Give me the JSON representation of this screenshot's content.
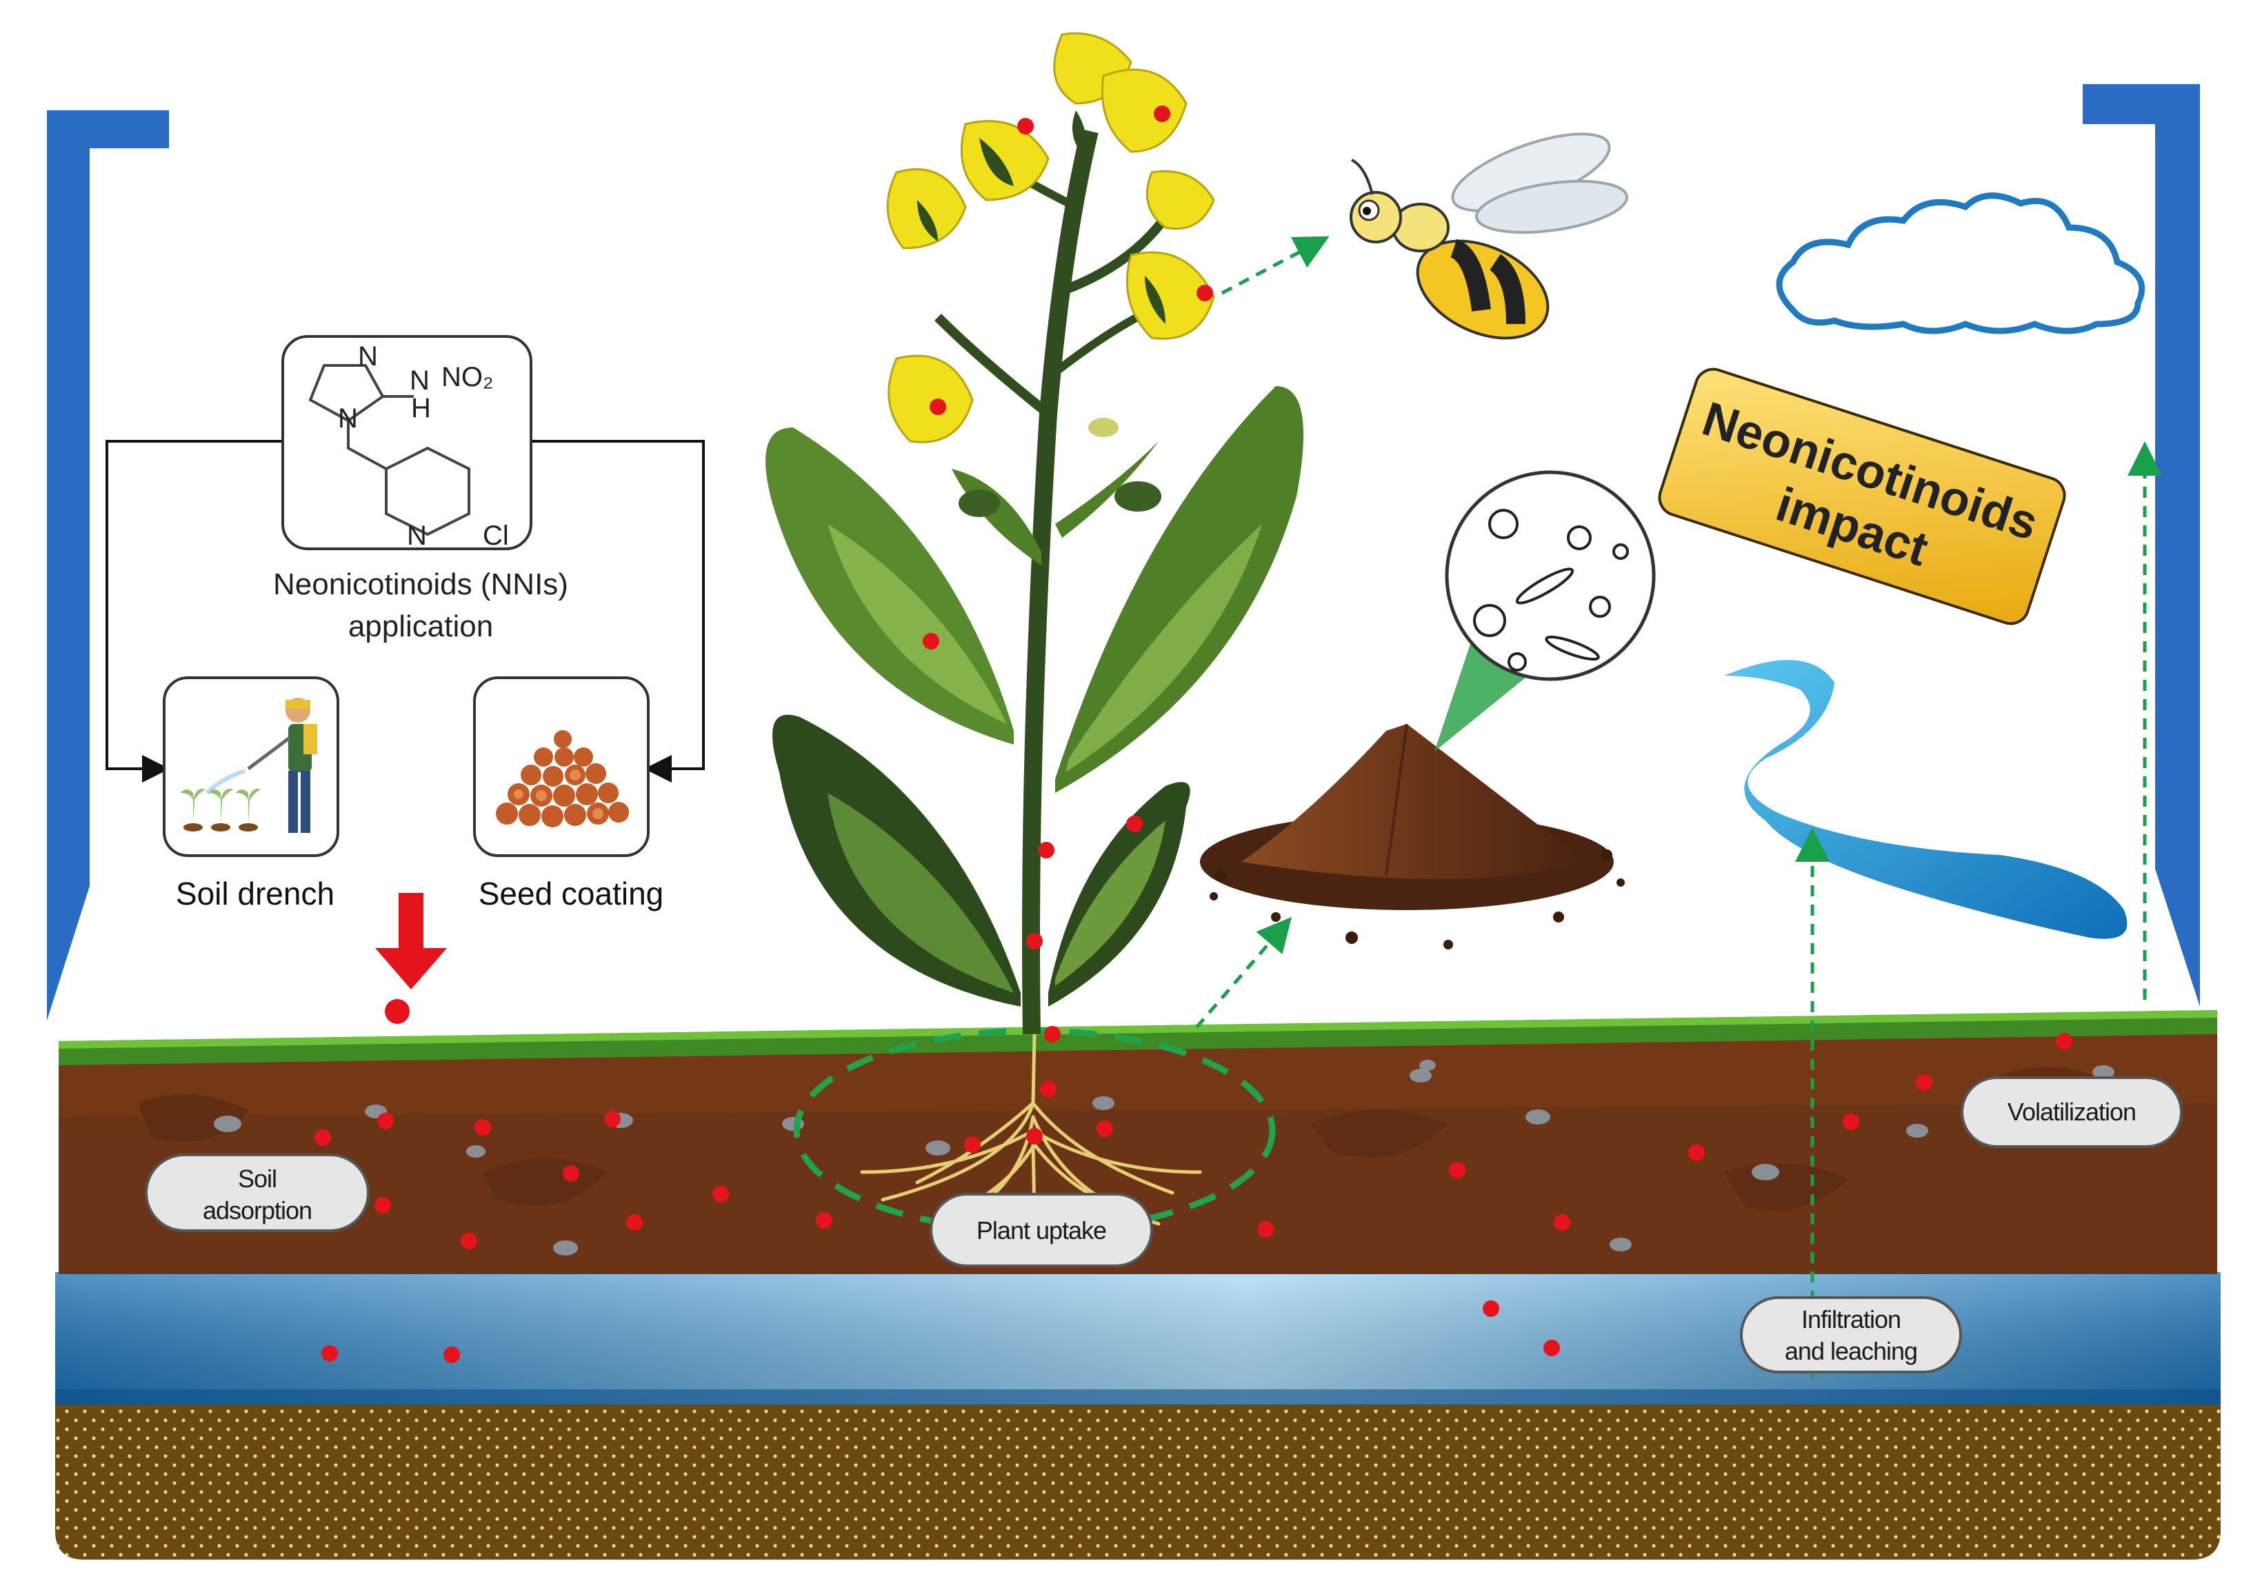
{
  "application": {
    "label_line1": "Neonicotinoids (NNIs)",
    "label_line2": "application",
    "chem": {
      "n1": "N",
      "nh_n": "N",
      "nh_h": "H",
      "no2": "NO₂",
      "n_ring": "N",
      "n_pyr": "N",
      "cl": "Cl"
    }
  },
  "methods": {
    "soil_drench": "Soil drench",
    "seed_coating": "Seed coating"
  },
  "impact_banner": {
    "line1": "Neonicotinoids",
    "line2": "impact"
  },
  "pathways": {
    "soil_adsorption_line1": "Soil",
    "soil_adsorption_line2": "adsorption",
    "plant_uptake": "Plant uptake",
    "volatilization": "Volatilization",
    "infiltration_line1": "Infiltration",
    "infiltration_line2": "and leaching"
  },
  "icons": [
    "plant-icon",
    "bee-icon",
    "cloud-icon",
    "river-icon",
    "soil-heap-icon",
    "microbe-icon",
    "farmer-icon",
    "seeds-icon",
    "red-arrow-icon",
    "residue-dot-icon"
  ],
  "colors": {
    "frame_blue": "#2a6bc4",
    "soil": "#6b3416",
    "grass": "#3f8a25",
    "groundwater": "#2d86c6",
    "bedrock": "#6b4a12",
    "residue_red": "#e5131b",
    "flow_arrow_green": "#18a04a",
    "banner_yellow": "#f4c21e",
    "flower_yellow": "#f0e01c"
  }
}
